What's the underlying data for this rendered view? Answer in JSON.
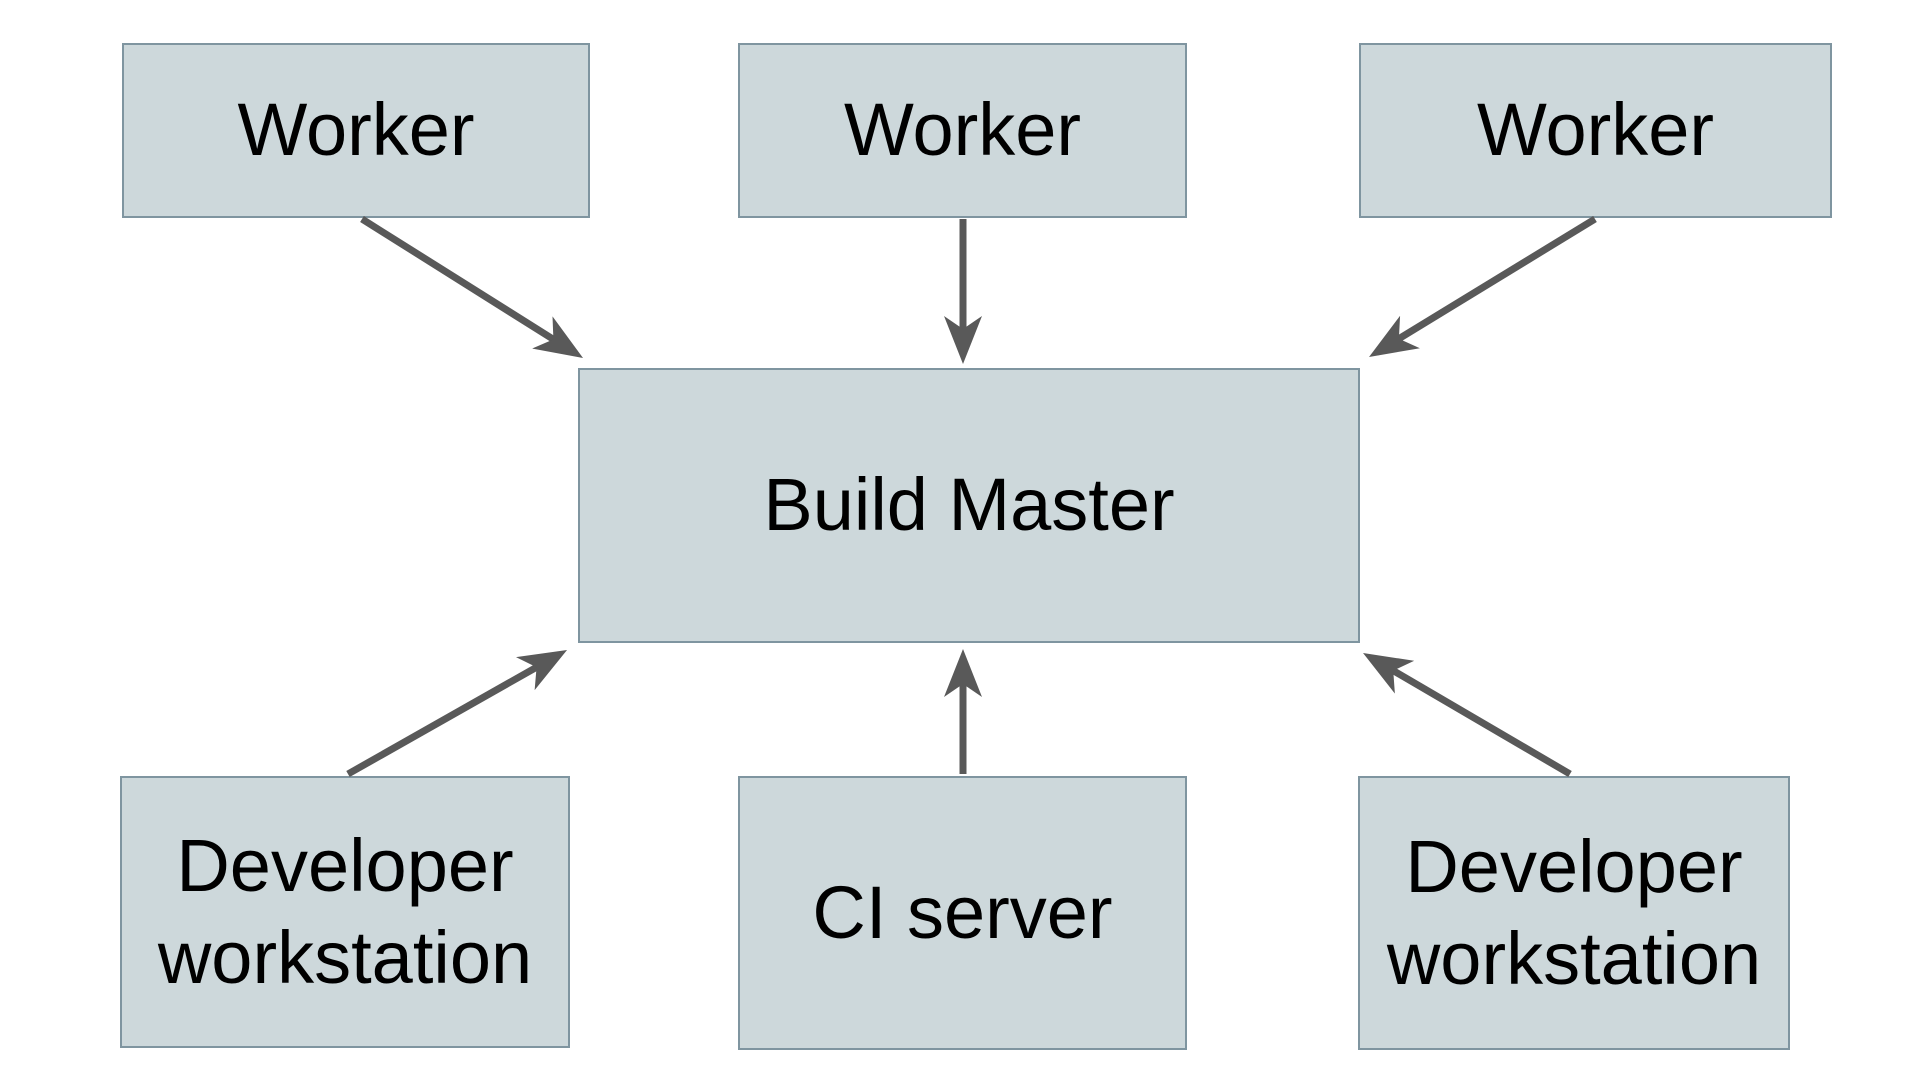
{
  "diagram": {
    "nodes": {
      "worker1": {
        "label": "Worker"
      },
      "worker2": {
        "label": "Worker"
      },
      "worker3": {
        "label": "Worker"
      },
      "build_master": {
        "label": "Build Master"
      },
      "dev_workstation_left": {
        "label": "Developer workstation"
      },
      "ci_server": {
        "label": "CI server"
      },
      "dev_workstation_right": {
        "label": "Developer workstation"
      }
    },
    "edges": [
      {
        "from": "worker1",
        "to": "build_master"
      },
      {
        "from": "worker2",
        "to": "build_master"
      },
      {
        "from": "worker3",
        "to": "build_master"
      },
      {
        "from": "dev_workstation_left",
        "to": "build_master"
      },
      {
        "from": "ci_server",
        "to": "build_master"
      },
      {
        "from": "dev_workstation_right",
        "to": "build_master"
      }
    ]
  },
  "colors": {
    "node_fill": "#cdd8db",
    "node_border": "#7f95a0",
    "arrow": "#595959",
    "text": "#000000",
    "background": "#ffffff"
  }
}
